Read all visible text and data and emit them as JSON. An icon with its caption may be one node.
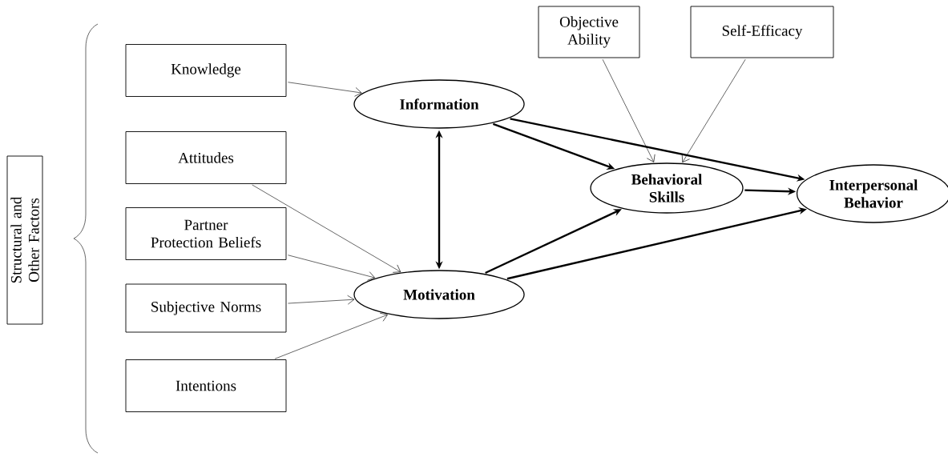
{
  "diagram": {
    "nodes": [
      {
        "text": [
          "Structural and Other Factors"
        ]
      },
      {
        "text": [
          "Knowledge"
        ]
      },
      {
        "text": [
          "Attitudes"
        ]
      },
      {
        "text": [
          "Partner Protection Beliefs"
        ]
      },
      {
        "text": [
          "Subjective Norms"
        ]
      },
      {
        "text": [
          "Intentions"
        ]
      },
      {
        "text": [
          "Information"
        ]
      },
      {
        "text": [
          "Motivation"
        ]
      },
      {
        "text": [
          "Objective Ability"
        ]
      },
      {
        "text": [
          "Self-Efficacy"
        ]
      },
      {
        "text": [
          "Behavioral Skills"
        ]
      },
      {
        "text": [
          "Interpersonal Behavior"
        ]
      }
    ],
    "edges": [
      {
        "from": 1,
        "to": 6,
        "arrow": "to"
      },
      {
        "from": 2,
        "to": 7,
        "arrow": "to"
      },
      {
        "from": 3,
        "to": 7,
        "arrow": "to"
      },
      {
        "from": 4,
        "to": 7,
        "arrow": "to"
      },
      {
        "from": 5,
        "to": 7,
        "arrow": "to"
      },
      {
        "from": 6,
        "to": 7,
        "arrow": "both",
        "style": "thick"
      },
      {
        "from": 6,
        "to": 10,
        "arrow": "to",
        "style": "thick"
      },
      {
        "from": 7,
        "to": 10,
        "arrow": "to",
        "style": "thick"
      },
      {
        "from": 6,
        "to": 11,
        "arrow": "to",
        "style": "thick"
      },
      {
        "from": 7,
        "to": 11,
        "arrow": "to",
        "style": "thick"
      },
      {
        "from": 8,
        "to": 10,
        "arrow": "to"
      },
      {
        "from": 9,
        "to": 10,
        "arrow": "to"
      },
      {
        "from": 10,
        "to": 11,
        "arrow": "to",
        "style": "thick"
      }
    ]
  }
}
